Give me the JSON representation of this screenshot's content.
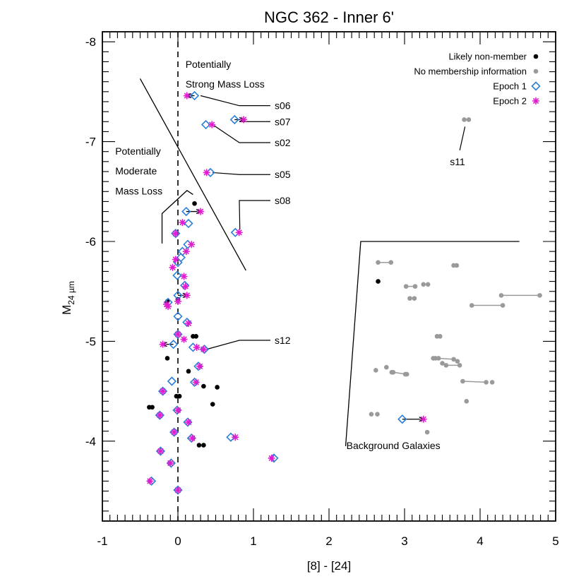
{
  "chart_data": {
    "type": "scatter",
    "title": "NGC 362 - Inner 6'",
    "xlabel": "[8] - [24]",
    "ylabel_main": "M",
    "ylabel_sub": "24 µm",
    "xlim": [
      -1,
      5
    ],
    "ylim": [
      -3.2,
      -8.1
    ],
    "y_inverted": true,
    "x_ticks": [
      -1,
      0,
      1,
      2,
      3,
      4,
      5
    ],
    "x_tick_labels": [
      "-1",
      "0",
      "1",
      "2",
      "3",
      "4",
      "5"
    ],
    "y_ticks": [
      -8,
      -7,
      -6,
      -5,
      -4
    ],
    "y_tick_labels": [
      "-8",
      "-7",
      "-6",
      "-5",
      "-4"
    ],
    "legend": {
      "position": "top-right",
      "entries": [
        {
          "label": "Likely non-member",
          "marker": "filled-circle",
          "color": "#000000"
        },
        {
          "label": "No membership information",
          "marker": "filled-circle",
          "color": "#9a9a9a"
        },
        {
          "label": "Epoch 1",
          "marker": "open-diamond",
          "color": "#2b7fd6"
        },
        {
          "label": "Epoch 2",
          "marker": "asterisk",
          "color": "#e01ccf"
        }
      ]
    },
    "colors": {
      "nonmember": "#000000",
      "nomember": "#9a9a9a",
      "epoch1": "#2b7fd6",
      "epoch2": "#e01ccf"
    },
    "series": [
      {
        "name": "Likely non-member",
        "points": [
          [
            0.22,
            -6.38
          ],
          [
            0.2,
            -5.05
          ],
          [
            0.24,
            -5.05
          ],
          [
            -0.14,
            -4.83
          ],
          [
            0.14,
            -4.7
          ],
          [
            0.34,
            -4.55
          ],
          [
            0.52,
            -4.54
          ],
          [
            0.46,
            -4.37
          ],
          [
            -0.38,
            -4.34
          ],
          [
            -0.34,
            -4.34
          ],
          [
            -0.02,
            -4.45
          ],
          [
            0.02,
            -4.45
          ],
          [
            0.28,
            -3.96
          ],
          [
            0.34,
            -3.96
          ],
          [
            -0.14,
            -5.4
          ],
          [
            0.0,
            -5.42
          ],
          [
            2.65,
            -5.6
          ]
        ]
      },
      {
        "name": "No membership information",
        "points": [
          [
            3.79,
            -7.22
          ],
          [
            3.85,
            -7.22
          ],
          [
            2.65,
            -5.79
          ],
          [
            2.82,
            -5.79
          ],
          [
            3.65,
            -5.76
          ],
          [
            3.69,
            -5.76
          ],
          [
            3.02,
            -5.55
          ],
          [
            3.14,
            -5.55
          ],
          [
            3.25,
            -5.57
          ],
          [
            3.31,
            -5.57
          ],
          [
            3.07,
            -5.43
          ],
          [
            3.13,
            -5.43
          ],
          [
            4.28,
            -5.46
          ],
          [
            4.79,
            -5.46
          ],
          [
            3.89,
            -5.36
          ],
          [
            4.3,
            -5.36
          ],
          [
            3.43,
            -5.05
          ],
          [
            3.47,
            -5.05
          ],
          [
            3.38,
            -4.83
          ],
          [
            3.41,
            -4.83
          ],
          [
            3.45,
            -4.83
          ],
          [
            3.65,
            -4.82
          ],
          [
            3.5,
            -4.78
          ],
          [
            3.7,
            -4.8
          ],
          [
            3.55,
            -4.76
          ],
          [
            3.73,
            -4.76
          ],
          [
            2.62,
            -4.71
          ],
          [
            2.76,
            -4.74
          ],
          [
            2.83,
            -4.69
          ],
          [
            2.85,
            -4.69
          ],
          [
            3.03,
            -4.67
          ],
          [
            3.01,
            -4.67
          ],
          [
            3.77,
            -4.6
          ],
          [
            4.08,
            -4.59
          ],
          [
            4.16,
            -4.59
          ],
          [
            3.82,
            -4.4
          ],
          [
            2.56,
            -4.27
          ],
          [
            2.64,
            -4.27
          ],
          [
            3.3,
            -4.09
          ]
        ],
        "connectors": [
          [
            [
              3.79,
              -7.22
            ],
            [
              3.85,
              -7.22
            ]
          ],
          [
            [
              2.65,
              -5.79
            ],
            [
              2.82,
              -5.79
            ]
          ],
          [
            [
              3.02,
              -5.55
            ],
            [
              3.14,
              -5.55
            ]
          ],
          [
            [
              4.28,
              -5.46
            ],
            [
              4.79,
              -5.46
            ]
          ],
          [
            [
              3.89,
              -5.36
            ],
            [
              4.3,
              -5.36
            ]
          ],
          [
            [
              3.45,
              -4.83
            ],
            [
              3.65,
              -4.82
            ]
          ],
          [
            [
              3.55,
              -4.76
            ],
            [
              3.73,
              -4.76
            ]
          ],
          [
            [
              2.85,
              -4.69
            ],
            [
              3.03,
              -4.67
            ]
          ],
          [
            [
              3.77,
              -4.6
            ],
            [
              4.08,
              -4.59
            ]
          ]
        ]
      },
      {
        "name": "Epoch 1",
        "points": [
          [
            0.22,
            -7.46
          ],
          [
            0.75,
            -7.22
          ],
          [
            0.37,
            -7.17
          ],
          [
            0.43,
            -6.69
          ],
          [
            0.11,
            -6.3
          ],
          [
            0.76,
            -6.09
          ],
          [
            0.14,
            -6.18
          ],
          [
            -0.03,
            -6.08
          ],
          [
            0.13,
            -5.97
          ],
          [
            0.06,
            -5.9
          ],
          [
            0.0,
            -5.79
          ],
          [
            0.04,
            -5.84
          ],
          [
            -0.01,
            -5.66
          ],
          [
            0.09,
            -5.56
          ],
          [
            0.0,
            -5.46
          ],
          [
            -0.13,
            -5.39
          ],
          [
            0.0,
            -5.25
          ],
          [
            0.12,
            -5.19
          ],
          [
            0.0,
            -5.07
          ],
          [
            -0.06,
            -4.97
          ],
          [
            0.2,
            -4.94
          ],
          [
            0.35,
            -4.92
          ],
          [
            0.27,
            -4.75
          ],
          [
            -0.08,
            -4.6
          ],
          [
            0.22,
            -4.59
          ],
          [
            -0.2,
            -4.5
          ],
          [
            -0.01,
            -4.31
          ],
          [
            -0.24,
            -4.26
          ],
          [
            0.13,
            -4.19
          ],
          [
            2.97,
            -4.22
          ],
          [
            -0.05,
            -4.09
          ],
          [
            0.18,
            -4.03
          ],
          [
            0.7,
            -4.04
          ],
          [
            -0.23,
            -3.9
          ],
          [
            -0.09,
            -3.78
          ],
          [
            1.27,
            -3.83
          ],
          [
            -0.35,
            -3.6
          ],
          [
            0.0,
            -3.51
          ]
        ]
      },
      {
        "name": "Epoch 2",
        "points": [
          [
            0.12,
            -7.46
          ],
          [
            0.87,
            -7.22
          ],
          [
            0.45,
            -7.17
          ],
          [
            0.38,
            -6.69
          ],
          [
            0.3,
            -6.3
          ],
          [
            0.81,
            -6.09
          ],
          [
            0.06,
            -6.19
          ],
          [
            -0.03,
            -6.08
          ],
          [
            0.18,
            -5.97
          ],
          [
            0.11,
            -5.9
          ],
          [
            -0.03,
            -5.82
          ],
          [
            -0.07,
            -5.74
          ],
          [
            0.08,
            -5.65
          ],
          [
            0.1,
            -5.55
          ],
          [
            0.12,
            -5.46
          ],
          [
            -0.15,
            -5.37
          ],
          [
            -0.13,
            -5.35
          ],
          [
            0.0,
            -5.4
          ],
          [
            0.14,
            -5.18
          ],
          [
            0.0,
            -5.07
          ],
          [
            -0.2,
            -4.97
          ],
          [
            0.08,
            -5.02
          ],
          [
            0.25,
            -4.94
          ],
          [
            0.34,
            -4.92
          ],
          [
            0.29,
            -4.75
          ],
          [
            0.24,
            -4.59
          ],
          [
            -0.2,
            -4.5
          ],
          [
            0.0,
            -4.31
          ],
          [
            -0.24,
            -4.26
          ],
          [
            0.14,
            -4.19
          ],
          [
            3.25,
            -4.22
          ],
          [
            -0.05,
            -4.09
          ],
          [
            0.19,
            -4.03
          ],
          [
            0.76,
            -4.04
          ],
          [
            -0.23,
            -3.9
          ],
          [
            -0.1,
            -3.78
          ],
          [
            1.24,
            -3.83
          ],
          [
            -0.37,
            -3.6
          ],
          [
            0.0,
            -3.51
          ]
        ]
      }
    ],
    "epoch_pairs": [
      [
        [
          0.22,
          -7.46
        ],
        [
          0.12,
          -7.46
        ]
      ],
      [
        [
          0.75,
          -7.22
        ],
        [
          0.87,
          -7.22
        ]
      ],
      [
        [
          0.11,
          -6.3
        ],
        [
          0.3,
          -6.3
        ]
      ],
      [
        [
          -0.06,
          -4.97
        ],
        [
          -0.2,
          -4.97
        ]
      ],
      [
        [
          0.0,
          -5.46
        ],
        [
          0.12,
          -5.46
        ]
      ],
      [
        [
          2.97,
          -4.22
        ],
        [
          3.25,
          -4.22
        ]
      ]
    ],
    "vertical_dashed_line_x": 0,
    "region_lines": [
      {
        "name": "strong-mass-loss-boundary",
        "points": [
          [
            -0.5,
            -7.63
          ],
          [
            0.9,
            -5.71
          ]
        ]
      },
      {
        "name": "moderate-mass-loss-boundary",
        "points": [
          [
            -0.21,
            -5.98
          ],
          [
            -0.21,
            -6.28
          ],
          [
            0.12,
            -6.51
          ],
          [
            0.2,
            -6.47
          ]
        ]
      },
      {
        "name": "background-galaxies-boundary",
        "points": [
          [
            2.22,
            -3.95
          ],
          [
            2.42,
            -6.0
          ],
          [
            4.52,
            -6.0
          ]
        ]
      }
    ],
    "annotations": [
      {
        "text": "Potentially",
        "x": 0.1,
        "y": -7.74
      },
      {
        "text": "Strong Mass Loss",
        "x": 0.1,
        "y": -7.54
      },
      {
        "text": "Potentially",
        "x": -0.83,
        "y": -6.87
      },
      {
        "text": "Moderate",
        "x": -0.83,
        "y": -6.67
      },
      {
        "text": "Mass Loss",
        "x": -0.83,
        "y": -6.47
      },
      {
        "text": "Background Galaxies",
        "x": 2.23,
        "y": -3.92
      }
    ],
    "labeled_points": [
      {
        "label": "s06",
        "anchor": [
          0.3,
          -7.46
        ],
        "label_pos": [
          1.28,
          -7.36
        ]
      },
      {
        "label": "s07",
        "anchor": [
          0.9,
          -7.22
        ],
        "label_pos": [
          1.28,
          -7.2
        ]
      },
      {
        "label": "s02",
        "anchor": [
          0.48,
          -7.16
        ],
        "label_pos": [
          1.28,
          -6.99
        ]
      },
      {
        "label": "s05",
        "anchor": [
          0.46,
          -6.69
        ],
        "label_pos": [
          1.28,
          -6.67
        ]
      },
      {
        "label": "s08",
        "anchor": [
          0.82,
          -6.12
        ],
        "label_pos": [
          1.28,
          -6.41
        ]
      },
      {
        "label": "s12",
        "anchor": [
          0.38,
          -4.92
        ],
        "label_pos": [
          1.28,
          -5.01
        ]
      },
      {
        "label": "s11",
        "anchor": [
          3.8,
          -7.15
        ],
        "label_pos": [
          3.6,
          -6.8
        ]
      }
    ]
  }
}
